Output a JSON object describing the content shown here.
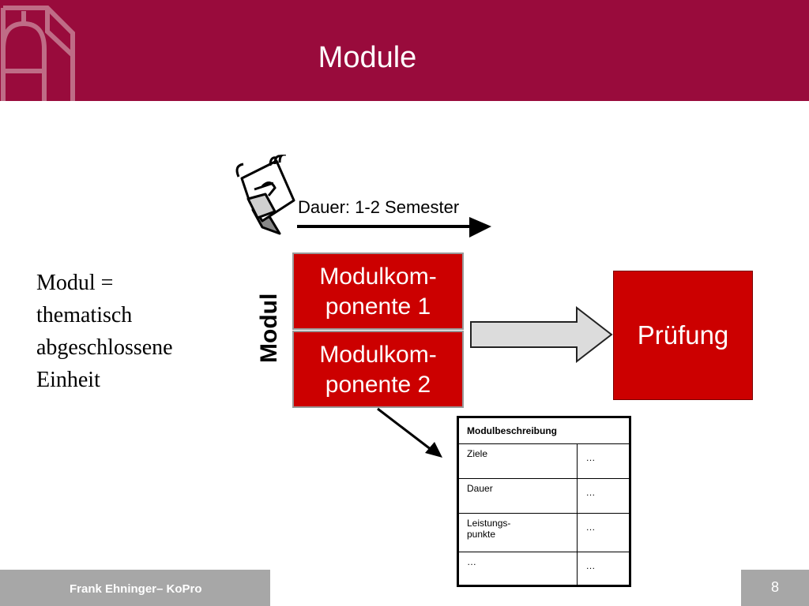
{
  "slide": {
    "title": "Module",
    "definition_lines": [
      "Modul =",
      "thematisch",
      "abgeschlossene",
      "Einheit"
    ],
    "duration_label": "Dauer: 1-2 Semester",
    "module_vertical_label": "Modul",
    "components": [
      {
        "line1": "Modulkom-",
        "line2": "ponente 1"
      },
      {
        "line1": "Modulkom-",
        "line2": "ponente 2"
      }
    ],
    "exam_label": "Prüfung",
    "module_description": {
      "header": "Modulbeschreibung",
      "rows": [
        {
          "key": "Ziele",
          "value": "…"
        },
        {
          "key": "Dauer",
          "value": "…"
        },
        {
          "key": "Leistungs-\npunkte",
          "value": "…"
        },
        {
          "key": "…",
          "value": "…"
        }
      ]
    }
  },
  "footer": {
    "author": "Frank Ehninger– KoPro",
    "page_number": "8"
  },
  "colors": {
    "header_bg": "#990b3c",
    "box_red": "#cc0000",
    "footer_gray": "#a7a7a7"
  },
  "icons": {
    "calendar": "calendar-icon",
    "logo": "university-logo"
  }
}
